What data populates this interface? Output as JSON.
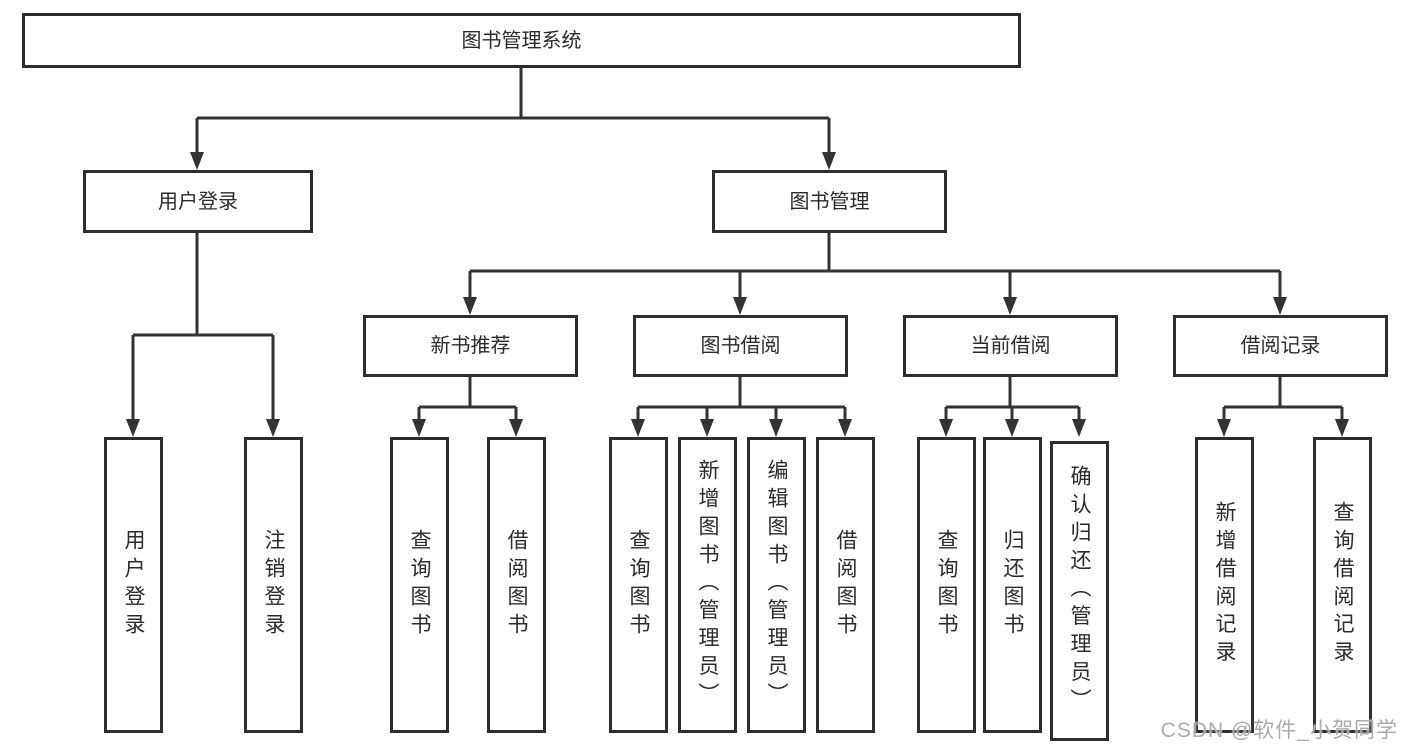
{
  "diagram_title": "图书管理系统",
  "colors": {
    "border": "#2d2d2d",
    "line": "#333333",
    "text": "#2b2b2b",
    "watermark": "#ababab",
    "background": "#ffffff"
  },
  "nodes": {
    "root": "图书管理系统",
    "user_login": "用户登录",
    "book_management": "图书管理",
    "new_book_recommend": "新书推荐",
    "book_borrowing": "图书借阅",
    "current_borrowing": "当前借阅",
    "borrowing_records": "借阅记录",
    "leaf_user_login": "用户登录",
    "leaf_logout": "注销登录",
    "nbr_query_books": "查询图书",
    "nbr_borrow_books": "借阅图书",
    "bb_query_books": "查询图书",
    "bb_add_books": "新增图书（管理员）",
    "bb_edit_books": "编辑图书（管理员）",
    "bb_borrow_books": "借阅图书",
    "cb_query_books": "查询图书",
    "cb_return_books": "归还图书",
    "cb_confirm_return": "确认归还（管理员）",
    "br_add_record": "新增借阅记录",
    "br_query_record": "查询借阅记录"
  },
  "edges": [
    {
      "from": "root",
      "to": "user_login"
    },
    {
      "from": "root",
      "to": "book_management"
    },
    {
      "from": "user_login",
      "to": "leaf_user_login"
    },
    {
      "from": "user_login",
      "to": "leaf_logout"
    },
    {
      "from": "book_management",
      "to": "new_book_recommend"
    },
    {
      "from": "book_management",
      "to": "book_borrowing"
    },
    {
      "from": "book_management",
      "to": "current_borrowing"
    },
    {
      "from": "book_management",
      "to": "borrowing_records"
    },
    {
      "from": "new_book_recommend",
      "to": "nbr_query_books"
    },
    {
      "from": "new_book_recommend",
      "to": "nbr_borrow_books"
    },
    {
      "from": "book_borrowing",
      "to": "bb_query_books"
    },
    {
      "from": "book_borrowing",
      "to": "bb_add_books"
    },
    {
      "from": "book_borrowing",
      "to": "bb_edit_books"
    },
    {
      "from": "book_borrowing",
      "to": "bb_borrow_books"
    },
    {
      "from": "current_borrowing",
      "to": "cb_query_books"
    },
    {
      "from": "current_borrowing",
      "to": "cb_return_books"
    },
    {
      "from": "current_borrowing",
      "to": "cb_confirm_return"
    },
    {
      "from": "borrowing_records",
      "to": "br_add_record"
    },
    {
      "from": "borrowing_records",
      "to": "br_query_record"
    }
  ],
  "watermark": "CSDN @软件_小贺同学"
}
